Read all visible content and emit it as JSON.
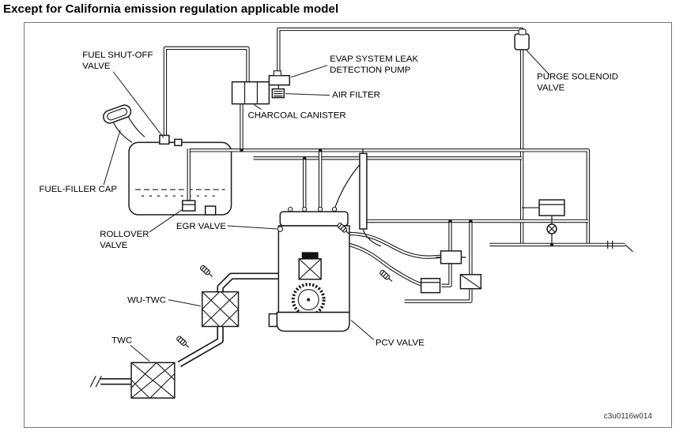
{
  "title": "Except for California emission regulation applicable model",
  "figure_code": "c3u0116w014",
  "labels": {
    "fuel_shut_off_valve": [
      "FUEL SHUT-OFF",
      "VALVE"
    ],
    "evap_pump": [
      "EVAP SYSTEM LEAK",
      "DETECTION PUMP"
    ],
    "air_filter": "AIR FILTER",
    "purge_solenoid": [
      "PURGE SOLENOID",
      "VALVE"
    ],
    "charcoal_canister": "CHARCOAL CANISTER",
    "fuel_filler_cap": "FUEL-FILLER CAP",
    "rollover_valve": [
      "ROLLOVER",
      "VALVE"
    ],
    "egr_valve": "EGR VALVE",
    "wu_twc": "WU-TWC",
    "twc": "TWC",
    "pcv_valve": "PCV VALVE"
  }
}
